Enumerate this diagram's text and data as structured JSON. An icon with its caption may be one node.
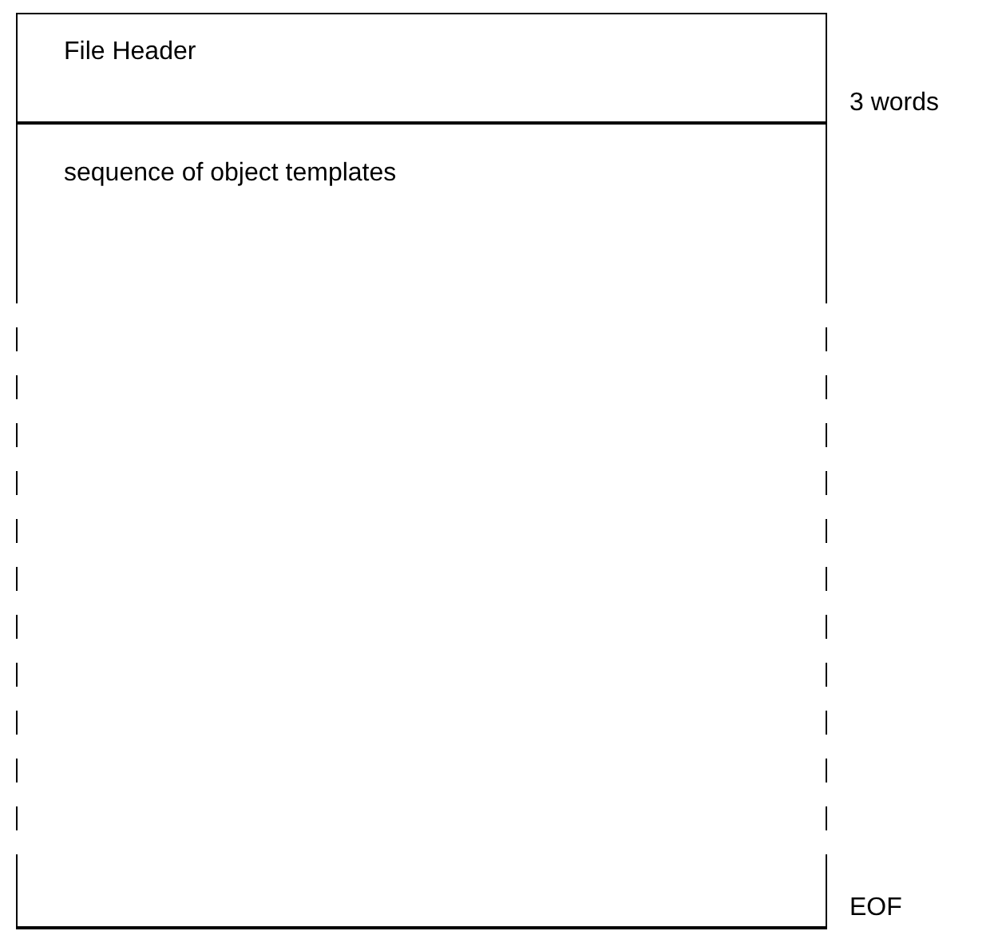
{
  "diagram": {
    "nodes": [
      {
        "text": [
          "File Header"
        ]
      },
      {
        "text": [
          "sequence of object templates"
        ]
      }
    ],
    "labels": [
      "3 words",
      "EOF"
    ]
  }
}
